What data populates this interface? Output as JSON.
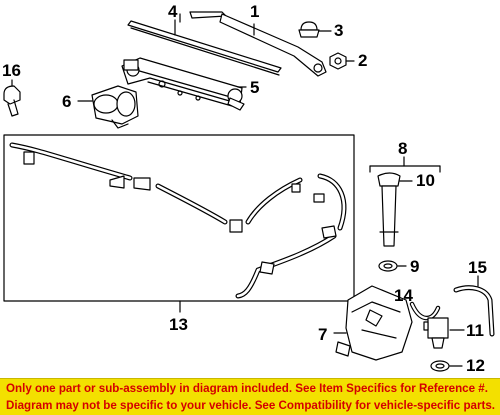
{
  "diagram": {
    "callouts": [
      "1",
      "2",
      "3",
      "4",
      "5",
      "6",
      "7",
      "8",
      "9",
      "10",
      "11",
      "12",
      "13",
      "14",
      "15",
      "16"
    ]
  },
  "banner": {
    "line1": "Only one part or sub-assembly in diagram included. See Item Specifics for Reference #.",
    "line2": "Diagram may not be specific to your vehicle. See Compatibility for vehicle-specific parts."
  },
  "colors": {
    "banner_bg": "#f3e000",
    "banner_text": "#d40000",
    "line": "#000000"
  }
}
